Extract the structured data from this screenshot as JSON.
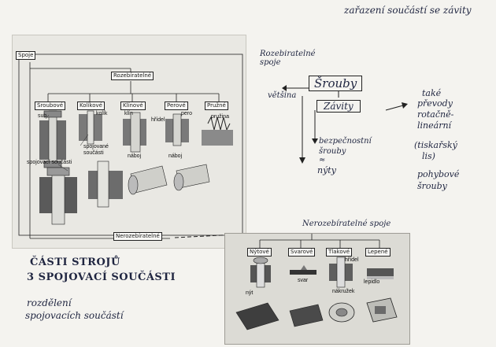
{
  "top_title": "zařazení součástí se závity",
  "left_diagram": {
    "spoje": "Spoje",
    "rozebiratelne": "Rozebíratelné",
    "nerozebiratelne": "Nerozebíratelné",
    "categories": [
      "Šroubové",
      "Kolíkové",
      "Klínové",
      "Perové",
      "Pružné"
    ],
    "labels": {
      "sub": "sub",
      "kolik": "kolík",
      "klin": "klín",
      "hridel": "hřídel",
      "pero": "pero",
      "pruzina": "pružina",
      "spojovane_soucasti": "spojované součásti",
      "naboj1": "náboj",
      "naboj2": "náboj",
      "spojovaci_soucasti": "spojovací součásti"
    }
  },
  "middle": {
    "rozeb_title": "Rozebiratelné spoje",
    "vetsina": "většina",
    "srouby": "Šrouby",
    "zavity": "Závity",
    "bezpecnostni": "bezpečnostní",
    "srouby_small": "šrouby",
    "nyty": "nýty",
    "approx": "≈"
  },
  "right": {
    "take": "také",
    "prevody": "převody",
    "rotacne": "rotačně-",
    "linearni": "lineární",
    "tiskarsky": "(tiskařský",
    "lis": "lis)",
    "pohybove": "pohybové",
    "srouby": "šrouby"
  },
  "bottom_left": {
    "line1": "ČÁSTI STROJŮ",
    "line2": "3 SPOJOVACÍ SOUČÁSTI",
    "line3": "rozdělení",
    "line4": "spojovacích součástí"
  },
  "bottom_diagram": {
    "title": "Nerozebíratelné spoje",
    "categories": [
      "Nýtové",
      "Svarové",
      "Tlakové",
      "Lepené"
    ],
    "labels": {
      "hridel": "hřídel",
      "svar": "svar",
      "lepidlo": "lepidlo",
      "nyt": "nýt",
      "nakruzek": "nákružek"
    }
  }
}
